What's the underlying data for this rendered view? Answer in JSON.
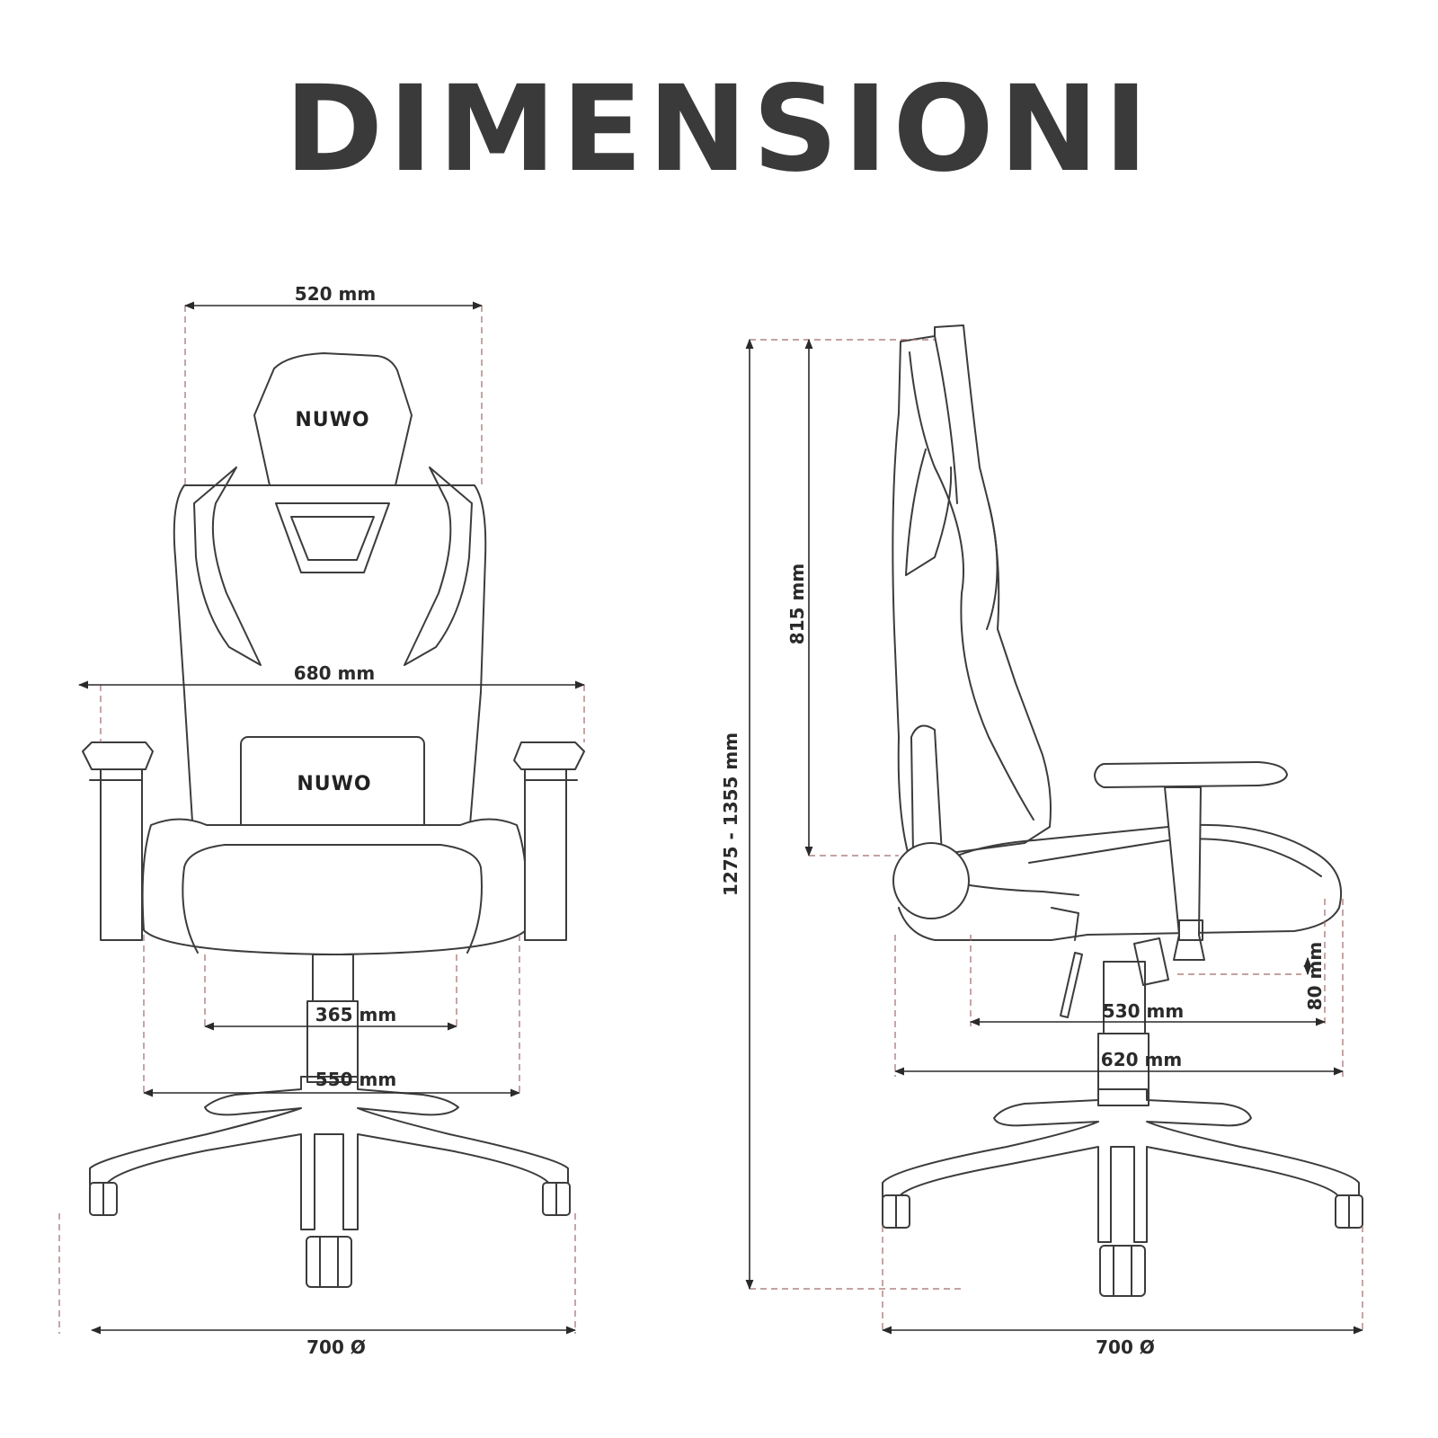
{
  "title": "DIMENSIONI",
  "front": {
    "brand_headrest": "NUWO",
    "brand_lumbar": "NUWO",
    "dim_back_width": "520 mm",
    "dim_armrest_width": "680 mm",
    "dim_seat_width": "365 mm",
    "dim_overall_seat_width": "550 mm",
    "dim_base": "700 Ø"
  },
  "side": {
    "dim_total_height": "1275 - 1355 mm",
    "dim_back_height": "815 mm",
    "dim_seat_depth": "530 mm",
    "dim_overall_depth": "620 mm",
    "dim_height_adjust": "80 mm",
    "dim_base": "700 Ø"
  }
}
